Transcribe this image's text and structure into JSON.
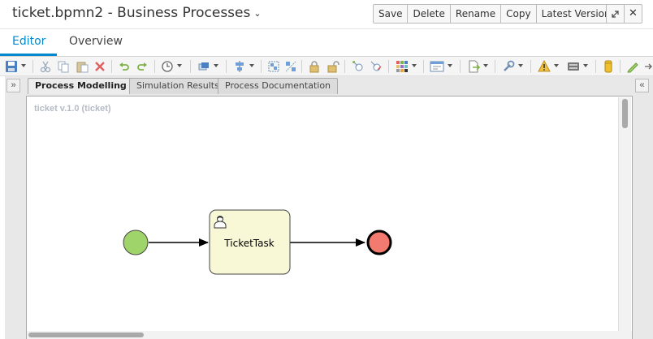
{
  "header": {
    "title": "ticket.bpmn2 - Business Processes",
    "buttons": {
      "save": "Save",
      "delete": "Delete",
      "rename": "Rename",
      "copy": "Copy",
      "version": "Latest Version"
    }
  },
  "tabs": {
    "editor": "Editor",
    "overview": "Overview"
  },
  "designer": {
    "inner_tabs": {
      "modelling": "Process Modelling",
      "simulation": "Simulation Results",
      "documentation": "Process Documentation"
    },
    "canvas_label": "ticket v.1.0 (ticket)",
    "task_label": "TicketTask"
  },
  "colors": {
    "accent": "#0088ce",
    "start_event": "#9fd46a",
    "end_event": "#f27a6e",
    "task_fill": "#f8f8d6"
  }
}
